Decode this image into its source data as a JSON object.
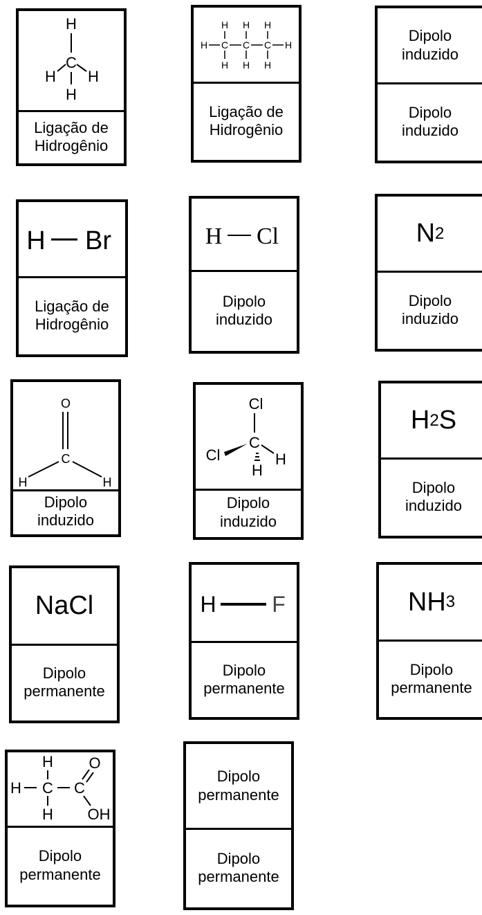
{
  "cards": [
    {
      "top_kind": "structure",
      "top_icon": "methane-structure-icon",
      "label": "Ligação de\nHidrogênio"
    },
    {
      "top_kind": "structure",
      "top_icon": "propane-structure-icon",
      "label": "Ligação de\nHidrogênio"
    },
    {
      "top_kind": "text",
      "top_text": "Dipolo\ninduzido",
      "label": "Dipolo\ninduzido"
    },
    {
      "top_kind": "structure",
      "top_icon": "hbr-structure-icon",
      "label": "Ligação de\nHidrogênio"
    },
    {
      "top_kind": "structure",
      "top_icon": "hcl-structure-icon",
      "label": "Dipolo\ninduzido"
    },
    {
      "top_kind": "formula",
      "top_formula": "N",
      "top_sub": "2",
      "label": "Dipolo\ninduzido"
    },
    {
      "top_kind": "structure",
      "top_icon": "formaldehyde-structure-icon",
      "label": "Dipolo\ninduzido"
    },
    {
      "top_kind": "structure",
      "top_icon": "dichloromethane-structure-icon",
      "label": "Dipolo\ninduzido"
    },
    {
      "top_kind": "formula",
      "top_formula": "H",
      "top_sub": "2",
      "top_suffix": "S",
      "label": "Dipolo\ninduzido"
    },
    {
      "top_kind": "formula",
      "top_formula": "NaCl",
      "label": "Dipolo\npermanente"
    },
    {
      "top_kind": "structure",
      "top_icon": "hf-structure-icon",
      "label": "Dipolo\npermanente"
    },
    {
      "top_kind": "formula",
      "top_formula": "NH",
      "top_sub": "3",
      "label": "Dipolo\npermanente"
    },
    {
      "top_kind": "structure",
      "top_icon": "acetic-acid-structure-icon",
      "label": "Dipolo\npermanente"
    },
    {
      "top_kind": "text",
      "top_text": "Dipolo\npermanente",
      "label": "Dipolo\npermanente"
    }
  ],
  "atoms": {
    "H": "H",
    "C": "C",
    "O": "O",
    "Cl": "Cl",
    "Br": "Br",
    "F": "F",
    "OH": "OH"
  }
}
